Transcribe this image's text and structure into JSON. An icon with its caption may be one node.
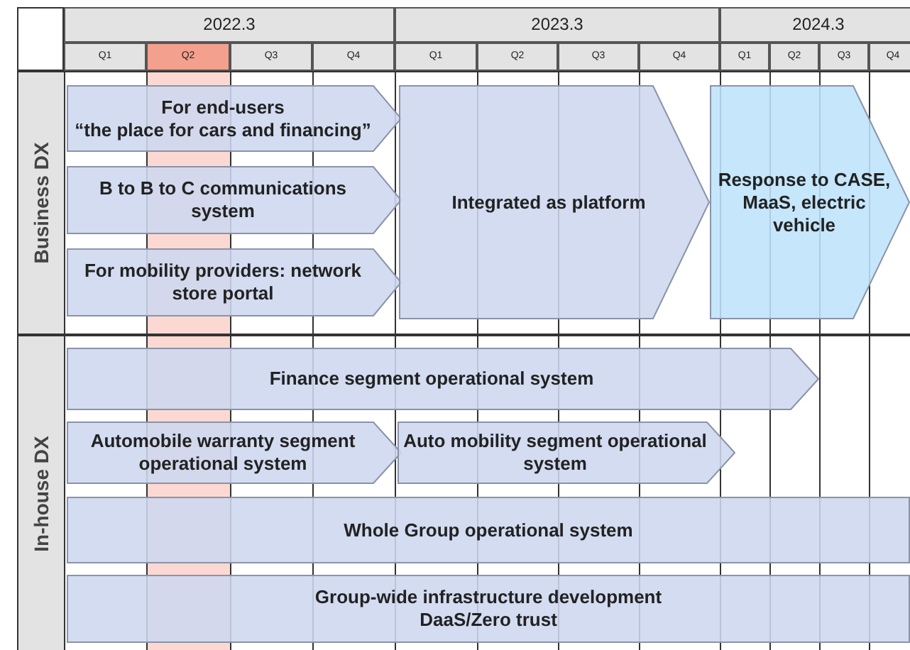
{
  "diagram": {
    "nodes": [
      {
        "text": [
          "Business DX"
        ]
      },
      {
        "text": [
          "For end-users",
          "“the place for cars and financing”"
        ]
      },
      {
        "text": [
          "B to B to C communications system"
        ]
      },
      {
        "text": [
          "For mobility providers: network store portal"
        ]
      },
      {
        "text": [
          "Integrated as platform"
        ]
      },
      {
        "text": [
          "Response to CASE, MaaS, electric vehicle"
        ]
      },
      {
        "text": [
          "In-house DX"
        ]
      },
      {
        "text": [
          "Finance segment operational system"
        ]
      },
      {
        "text": [
          "Automobile warranty segment operational system"
        ]
      },
      {
        "text": [
          "Auto mobility segment operational system"
        ]
      },
      {
        "text": [
          "Whole Group operational system"
        ]
      },
      {
        "text": [
          "Group-wide infrastructure development",
          "DaaS/Zero trust"
        ]
      }
    ],
    "labels": [
      "2022.3",
      "2023.3",
      "2024.3",
      "Q1",
      "Q2",
      "Q3",
      "Q4",
      "Q1",
      "Q2",
      "Q3",
      "Q4",
      "Q1",
      "Q2",
      "Q3",
      "Q4"
    ]
  }
}
